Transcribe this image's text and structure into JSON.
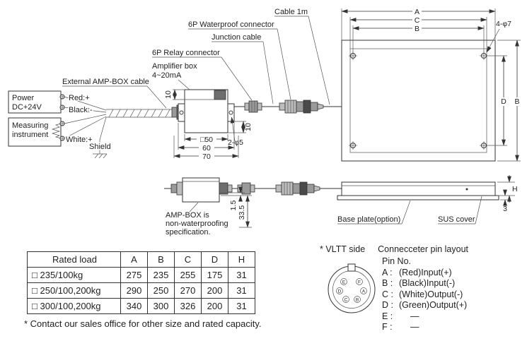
{
  "wiring": {
    "external_cable": "External AMP-BOX cable",
    "power_line1": "Power",
    "power_line2": "DC+24V",
    "meas_line1": "Measuring",
    "meas_line2": "instrument",
    "red": "Red:+",
    "black": "Black:-",
    "white": "White:+",
    "shield": "Shield"
  },
  "callouts": {
    "relay": "6P Relay connector",
    "amp1": "Amplifier box",
    "amp2": "4~20mA",
    "waterproof": "6P Waterproof connector",
    "junction": "Junction cable",
    "cable1m": "Cable 1m"
  },
  "plate": {
    "dim_a": "A",
    "dim_c": "C",
    "dim_b_top": "B",
    "holes": "4-φ7",
    "dim_d": "D",
    "dim_b_right": "B"
  },
  "amp_box": {
    "dim_10_top": "10",
    "dim_10_bottom": "10",
    "dim_sq50": "□50",
    "dim_60": "60",
    "dim_70": "70",
    "holes": "2-φ5"
  },
  "side_view": {
    "dim_1_5": "1.5",
    "dim_33_5": "33.5",
    "dim_h": "H",
    "dim_3": "3",
    "note1": "AMP-BOX is",
    "note2": "non-waterproofing",
    "note3": "specification.",
    "base_plate": "Base plate(option)",
    "sus_cover": "SUS cover"
  },
  "table": {
    "headers": [
      "Rated load",
      "A",
      "B",
      "C",
      "D",
      "H"
    ],
    "rows": [
      {
        "checkbox": "□",
        "load": "235/100kg",
        "values": [
          "275",
          "235",
          "255",
          "175",
          "31"
        ]
      },
      {
        "checkbox": "□",
        "load": "250/100,200kg",
        "values": [
          "290",
          "250",
          "270",
          "200",
          "31"
        ]
      },
      {
        "checkbox": "□",
        "load": "300/100,200kg",
        "values": [
          "340",
          "300",
          "326",
          "200",
          "31"
        ]
      }
    ],
    "footnote": "* Contact our sales office for other size and rated capacity."
  },
  "pin_layout": {
    "side_label": "* VLTT side",
    "title": "Connecceter pin layout",
    "pin_no": "Pin No.",
    "pins": [
      {
        "pin": "A :",
        "desc": "(Red)Input(+)"
      },
      {
        "pin": "B :",
        "desc": "(Black)Input(-)"
      },
      {
        "pin": "C :",
        "desc": "(White)Output(-)"
      },
      {
        "pin": "D :",
        "desc": "(Green)Output(+)"
      },
      {
        "pin": "E :",
        "desc": "—"
      },
      {
        "pin": "F :",
        "desc": "—"
      }
    ],
    "connector_pins": [
      "A",
      "B",
      "C",
      "D",
      "E",
      "F"
    ]
  }
}
